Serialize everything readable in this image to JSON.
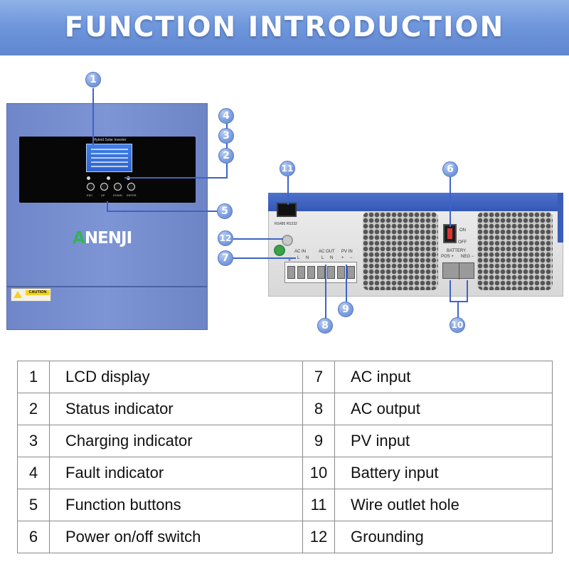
{
  "header": {
    "title": "FUNCTION INTRODUCTION"
  },
  "colors": {
    "banner": "#6f97dc",
    "device_blue": "#7d95d5",
    "callout": "#7ea0e0",
    "leader": "#3e63c9"
  },
  "front_panel": {
    "brand": {
      "mark": "A",
      "rest": "NENJI"
    },
    "lcd_title": "Hybrid Solar Inverter",
    "caution_label": "CAUTION",
    "button_labels": [
      "ESC",
      "UP",
      "DOWN",
      "ENTER"
    ]
  },
  "rear_panel": {
    "comm_port_label": "RS485  RS232",
    "switch_on_label": "ON",
    "switch_off_label": "OFF",
    "ac_in_label": "AC IN",
    "ac_out_label": "AC OUT",
    "pv_in_label": "PV IN",
    "battery_label": "BATTERY",
    "pos_label": "POS +",
    "neg_label": "NEG −",
    "terminal_marks": [
      "⏚",
      "L",
      "N",
      "L",
      "N",
      "+",
      "−"
    ]
  },
  "callouts": [
    "1",
    "2",
    "3",
    "4",
    "5",
    "6",
    "7",
    "8",
    "9",
    "10",
    "11",
    "12"
  ],
  "table": {
    "rows": [
      {
        "left_num": "1",
        "left_label": "LCD display",
        "right_num": "7",
        "right_label": "AC input"
      },
      {
        "left_num": "2",
        "left_label": "Status indicator",
        "right_num": "8",
        "right_label": "AC output"
      },
      {
        "left_num": "3",
        "left_label": "Charging indicator",
        "right_num": "9",
        "right_label": "PV input"
      },
      {
        "left_num": "4",
        "left_label": "Fault indicator",
        "right_num": "10",
        "right_label": "Battery input"
      },
      {
        "left_num": "5",
        "left_label": "Function buttons",
        "right_num": "11",
        "right_label": "Wire outlet hole"
      },
      {
        "left_num": "6",
        "left_label": "Power on/off switch",
        "right_num": "12",
        "right_label": "Grounding"
      }
    ]
  }
}
